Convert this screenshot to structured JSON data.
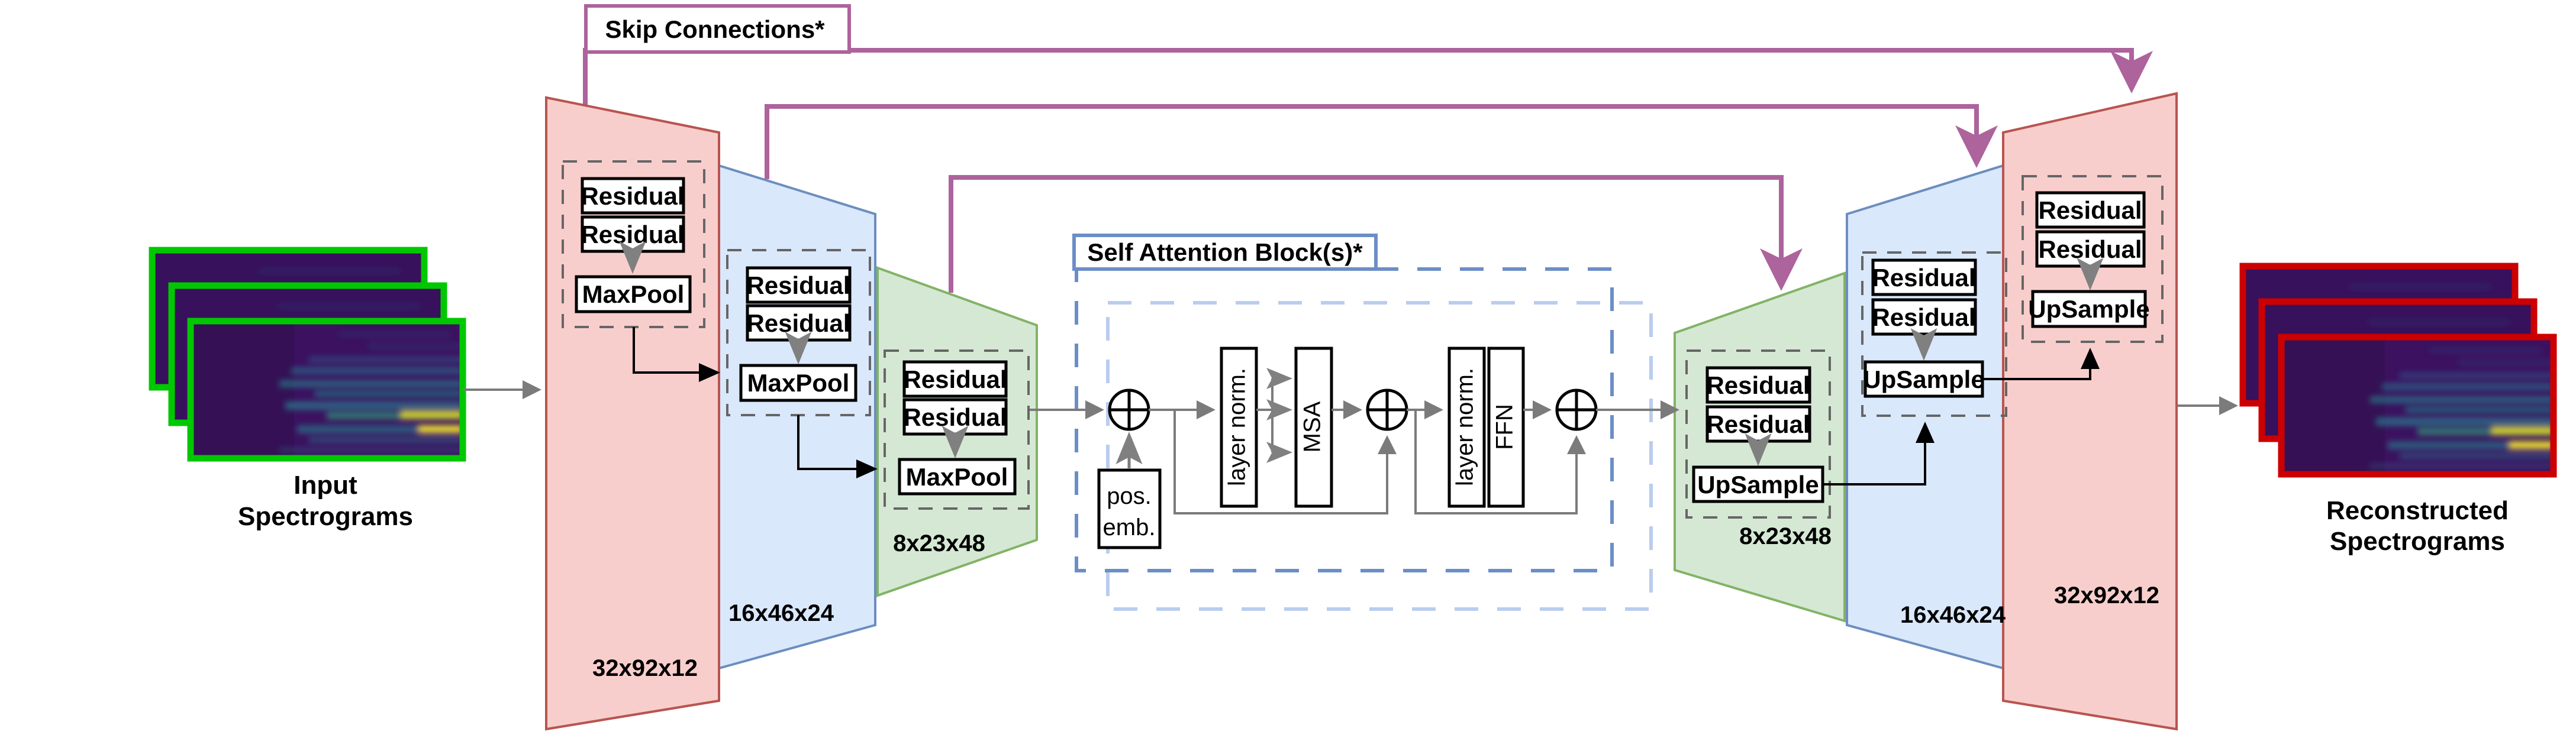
{
  "skip_connections": {
    "label": "Skip Connections*"
  },
  "attention_block": {
    "label": "Self Attention Block(s)*",
    "pos_emb": [
      "pos.",
      "emb."
    ],
    "layer_norm": "layer norm.",
    "msa": "MSA",
    "ffn": "FFN"
  },
  "input": {
    "caption": [
      "Input",
      "Spectrograms"
    ]
  },
  "output": {
    "caption": [
      "Reconstructed",
      "Spectrograms"
    ]
  },
  "encoder": [
    {
      "dims": "32x92x12",
      "ops": [
        "Residual",
        "Residual",
        "MaxPool"
      ]
    },
    {
      "dims": "16x46x24",
      "ops": [
        "Residual",
        "Residual",
        "MaxPool"
      ]
    },
    {
      "dims": "8x23x48",
      "ops": [
        "Residual",
        "Residual",
        "MaxPool"
      ]
    }
  ],
  "decoder": [
    {
      "dims": "8x23x48",
      "ops": [
        "Residual",
        "Residual",
        "UpSample"
      ]
    },
    {
      "dims": "16x46x24",
      "ops": [
        "Residual",
        "Residual",
        "UpSample"
      ]
    },
    {
      "dims": "32x92x12",
      "ops": [
        "Residual",
        "Residual",
        "UpSample"
      ]
    }
  ],
  "colors": {
    "pink_fill": "#f8cecc",
    "pink_stroke": "#b85450",
    "blue_fill": "#dae8fc",
    "blue_stroke": "#6c8ebf",
    "green_fill": "#d5e8d4",
    "green_stroke": "#82b366",
    "skip_line": "#ad639c",
    "attention_border": "#6c8ec6",
    "attention_inner_dash": "#b9cdee",
    "group_dash": "#666666",
    "flow_line": "#7b7b7b",
    "connector": "#000000",
    "input_frame": "#00c800",
    "output_frame": "#cc0000",
    "spectrogram_base": "#3b1160",
    "spectrogram_hot": "#fde725"
  }
}
